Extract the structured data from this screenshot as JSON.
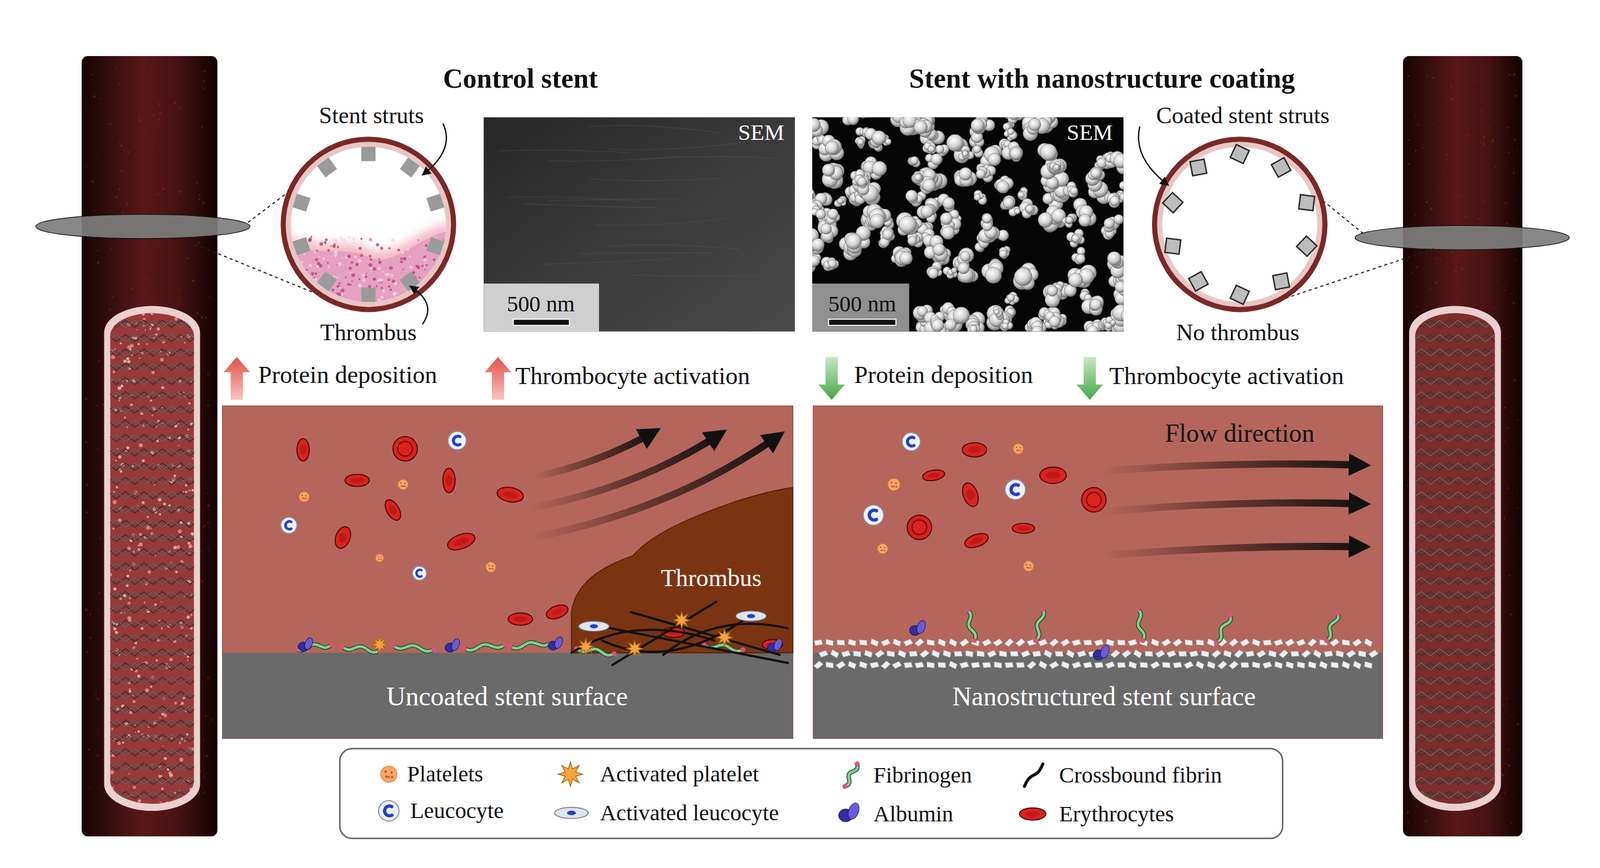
{
  "diagram": {
    "nodes": [
      {
        "text": [
          "SEM",
          "500 nm"
        ]
      },
      {
        "text": [
          "SEM",
          "500 nm"
        ]
      },
      {
        "text": [
          "Thrombus",
          "Uncoated stent surface"
        ]
      },
      {
        "text": [
          "Flow direction",
          "Nanostructured stent surface"
        ]
      }
    ],
    "labels": [
      "Control stent",
      "Stent with nanostructure coating",
      "Stent struts",
      "Thrombus",
      "Coated stent struts",
      "No thrombus",
      "Protein deposition",
      "Thrombocyte activation",
      "Protein deposition",
      "Thrombocyte activation"
    ],
    "legend": [
      {
        "text": "Platelets"
      },
      {
        "text": "Activated platelet"
      },
      {
        "text": "Fibrinogen"
      },
      {
        "text": "Crossbound fibrin"
      },
      {
        "text": "Leucocyte"
      },
      {
        "text": "Activated leucocyte"
      },
      {
        "text": "Albumin"
      },
      {
        "text": "Erythrocytes"
      }
    ]
  }
}
